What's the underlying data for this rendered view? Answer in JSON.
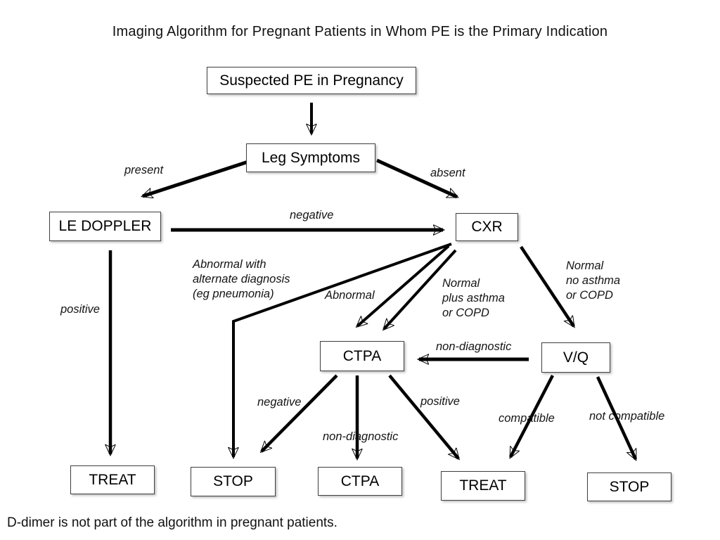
{
  "title": "Imaging Algorithm for Pregnant Patients in Whom PE is the Primary Indication",
  "footnote": "D-dimer is not part of the algorithm in pregnant patients.",
  "colors": {
    "background": "#ffffff",
    "line": "#000000",
    "box_border": "#3f3f3f",
    "text": "#000000"
  },
  "nodes": {
    "suspected_pe": "Suspected PE in Pregnancy",
    "leg_symptoms": "Leg Symptoms",
    "le_doppler": "LE DOPPLER",
    "cxr": "CXR",
    "ctpa": "CTPA",
    "vq": "V/Q",
    "treat_doppler": "TREAT",
    "stop_cxr": "STOP",
    "ctpa_repeat": "CTPA",
    "treat_ctpa": "TREAT",
    "stop_vq": "STOP"
  },
  "edge_labels": {
    "present": "present",
    "absent": "absent",
    "doppler_negative": "negative",
    "doppler_positive": "positive",
    "abnormal_alternate": "Abnormal with\nalternate diagnosis\n(eg pneumonia)",
    "abnormal": "Abnormal",
    "normal_plus_asthma": "Normal\nplus asthma\nor COPD",
    "normal_no_asthma": "Normal\nno asthma\nor COPD",
    "vq_non_diagnostic": "non-diagnostic",
    "ctpa_negative": "negative",
    "ctpa_non_diagnostic": "non-diagnostic",
    "ctpa_positive": "positive",
    "vq_compatible": "compatible",
    "vq_not_compatible": "not compatible"
  }
}
